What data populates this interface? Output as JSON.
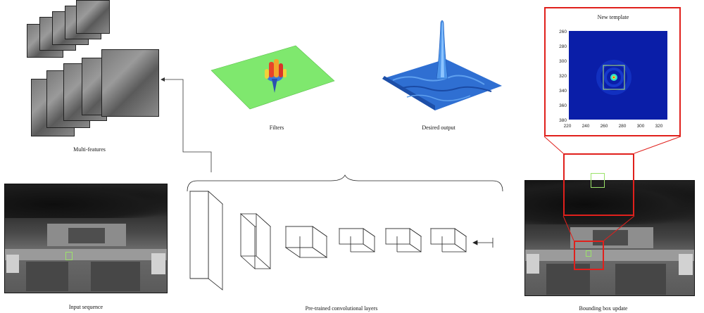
{
  "captions": {
    "multi_features": "Multi-features",
    "filters": "Filters",
    "desired_output": "Desired output",
    "input_sequence": "Input sequence",
    "conv_layers": "Pre-trained convolutional layers",
    "bbox_update": "Bounding box update"
  },
  "template_plot": {
    "title": "New template",
    "x_ticks": [
      "220",
      "240",
      "260",
      "280",
      "300",
      "320"
    ],
    "y_ticks": [
      "260",
      "280",
      "300",
      "320",
      "340",
      "360",
      "380"
    ]
  },
  "colors": {
    "highlight_red": "#e0201c",
    "tracker_green": "#9be36a",
    "plot_blue": "#0a1ea8",
    "filter_plane": "#7fe86e",
    "surface_blue": "#2a6fd0"
  }
}
